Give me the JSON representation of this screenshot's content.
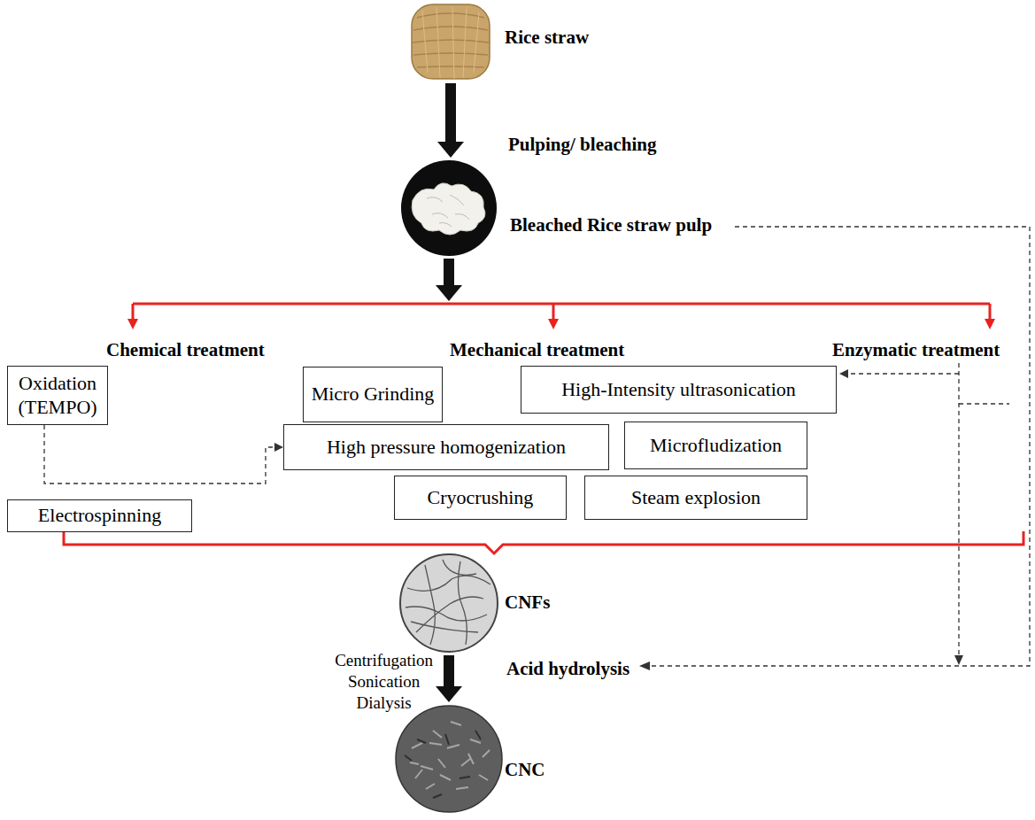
{
  "diagram": {
    "nodes": [
      {
        "text": [
          "Rice straw"
        ]
      },
      {
        "text": [
          "Bleached Rice straw pulp"
        ]
      },
      {
        "text": [
          "Oxidation (TEMPO)"
        ]
      },
      {
        "text": [
          "Micro Grinding"
        ]
      },
      {
        "text": [
          "High-Intensity ultrasonication"
        ]
      },
      {
        "text": [
          "High pressure homogenization"
        ]
      },
      {
        "text": [
          "Microfludization"
        ]
      },
      {
        "text": [
          "Electrospinning"
        ]
      },
      {
        "text": [
          "Cryocrushing"
        ]
      },
      {
        "text": [
          "Steam explosion"
        ]
      },
      {
        "text": [
          "CNFs"
        ]
      },
      {
        "text": [
          "CNC"
        ]
      }
    ],
    "edges": [
      {
        "from": 0,
        "to": 1,
        "arrow": "to",
        "label": "Pulping/ bleaching"
      },
      {
        "from": 2,
        "to": 5,
        "arrow": "to"
      },
      {
        "from": 10,
        "to": 11,
        "arrow": "to",
        "label": "Acid hydrolysis"
      }
    ],
    "labels": [
      "Chemical treatment",
      "Mechanical treatment",
      "Enzymatic treatment",
      "Centrifugation Sonication Dialysis"
    ]
  }
}
